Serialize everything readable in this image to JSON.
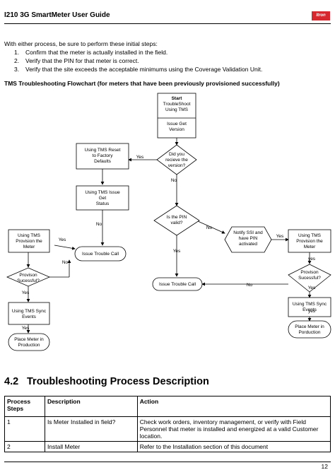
{
  "header": {
    "title": "I210 3G SmartMeter User Guide",
    "logo_text": "Itron",
    "logo_color": "#d7282f"
  },
  "intro": {
    "lead": "With either process, be sure to perform these initial steps:",
    "steps": [
      {
        "num": "1.",
        "text": "Confirm that the meter is actually installed in the field."
      },
      {
        "num": "2.",
        "text": "Verify that the PIN for that meter is correct."
      },
      {
        "num": "3.",
        "text": "Verify that the site exceeds the acceptable minimums using the Coverage Validation Unit."
      }
    ]
  },
  "flowchart": {
    "title": "TMS Troubleshooting Flowchart (for meters that have been previously provisioned successfully)",
    "start_box": {
      "line1": "Start",
      "line2": "TroubleShoot",
      "line3": "Using TMS",
      "line4": "Issue Get",
      "line5": "Version"
    },
    "decision_version": {
      "line1": "Did you",
      "line2": "recieve the",
      "line3": "version?"
    },
    "reset_box": {
      "line1": "Using TMS Reset",
      "line2": "to Factory",
      "line3": "Defaults"
    },
    "issue_status_box": {
      "line1": "Using TMS Issue",
      "line2": "Get",
      "line3": "Status"
    },
    "decision_pin": {
      "line1": "Is the PIN",
      "line2": "valid?"
    },
    "notify_box": {
      "line1": "Notify SSI and",
      "line2": "have PIN",
      "line3": "activated"
    },
    "provision_left": {
      "line1": "Using TMS",
      "line2": "Provision the",
      "line3": "Meter"
    },
    "provision_right": {
      "line1": "Using TMS",
      "line2": "Provision the",
      "line3": "Meter"
    },
    "issue_call_1": "Issue Trouble Call",
    "issue_call_2": "Issue Trouble Call",
    "decision_prov_left": {
      "line1": "Provison",
      "line2": "Sucessful?"
    },
    "decision_prov_right": {
      "line1": "Provison",
      "line2": "Sucessful?"
    },
    "sync_left": {
      "line1": "Using TMS Sync",
      "line2": "Events"
    },
    "sync_right": {
      "line1": "Using TMS Sync",
      "line2": "Events"
    },
    "place_left": {
      "line1": "Place Meter in",
      "line2": "Production"
    },
    "place_right": {
      "line1": "Place Meter in",
      "line2": "Porduction"
    },
    "labels": {
      "yes_reset": "Yes",
      "no_version": "No",
      "no_status": "No",
      "no_pin": "No",
      "yes_pin": "Yes",
      "yes_notify": "Yes",
      "yes_prov_left_top": "Yes",
      "no_prov_left": "No",
      "yes_prov_left": "Yes",
      "yes_sync_left": "Yes",
      "yes_prov_right_top": "yes",
      "no_prov_right": "No",
      "yes_prov_right": "Yes",
      "yes_sync_right": "yes"
    }
  },
  "section": {
    "number": "4.2",
    "title": "Troubleshooting Process Description"
  },
  "table": {
    "headers": [
      "Process Steps",
      "Description",
      "Action"
    ],
    "rows": [
      [
        "1",
        "Is Meter Installed in field?",
        "Check work orders, inventory management, or verify with Field Personnel that meter is installed and energized at a valid Customer location."
      ],
      [
        "2",
        "Install Meter",
        "Refer to the Installation section of this document"
      ]
    ]
  },
  "footer": {
    "page": "12"
  }
}
